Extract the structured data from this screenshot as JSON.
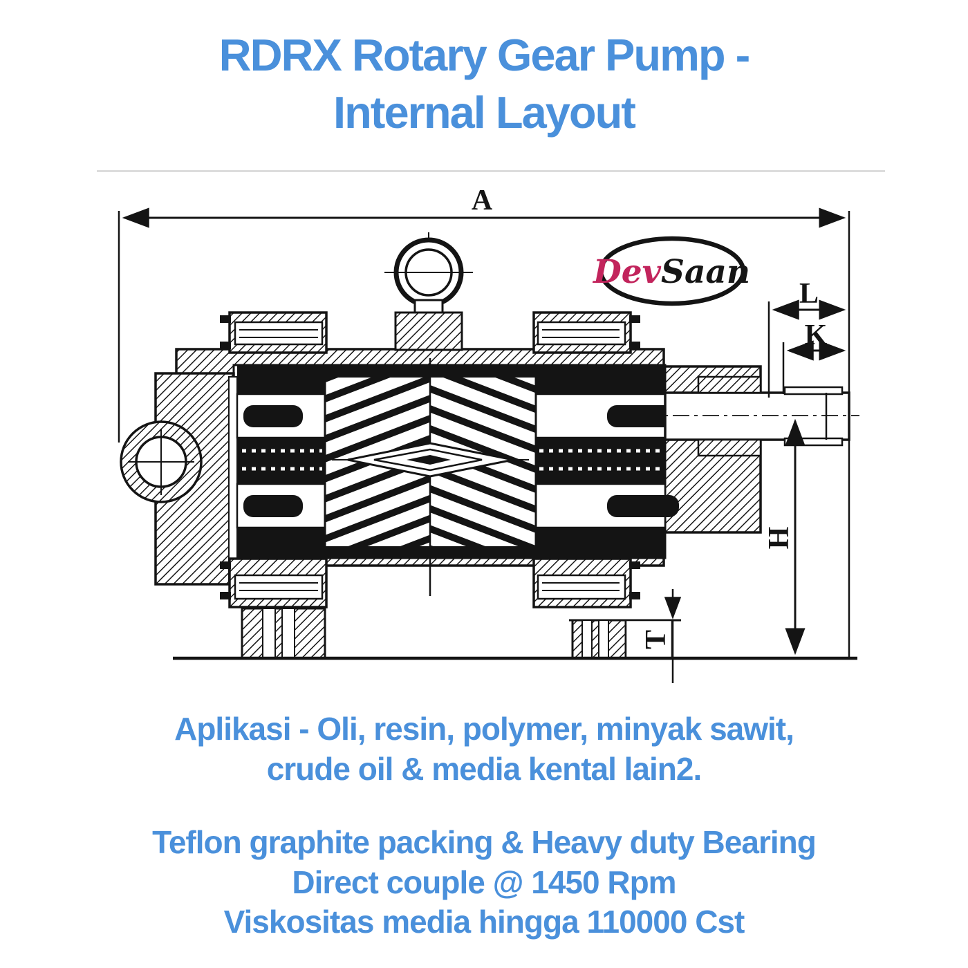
{
  "colors": {
    "accent_blue": "#4a90db",
    "logo_red": "#c2245c",
    "ink": "#141414",
    "divider": "#dcdcdc"
  },
  "title": {
    "line1": "RDRX Rotary Gear Pump -",
    "line2": "Internal Layout"
  },
  "diagram": {
    "dimension_labels": {
      "a": "A",
      "l": "L",
      "k": "K",
      "h": "H",
      "t": "T"
    },
    "logo": {
      "part1": "Dev",
      "part2": "Saan"
    }
  },
  "description": {
    "line1": "Aplikasi - Oli, resin, polymer, minyak sawit,",
    "line2": "crude oil & media kental lain2."
  },
  "specs": {
    "line1": "Teflon graphite packing & Heavy duty Bearing",
    "line2": "Direct couple @ 1450 Rpm",
    "line3": "Viskositas media hingga 110000 Cst"
  }
}
